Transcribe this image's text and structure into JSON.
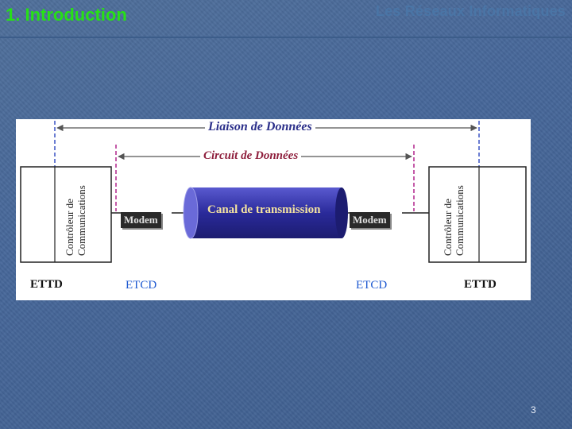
{
  "slide": {
    "title": "1. Introduction",
    "header_right": "Les Réseaux Informatiques",
    "page_number": "3"
  },
  "diagram": {
    "liaison": "Liaison de Données",
    "circuit": "Circuit de Données",
    "channel": "Canal de transmission",
    "modem_left": "Modem",
    "modem_right": "Modem",
    "controller_line1": "Contrôleur de",
    "controller_line2": "Communications",
    "ettd_left": "ETTD",
    "ettd_right": "ETTD",
    "etcd_left": "ETCD",
    "etcd_right": "ETCD"
  },
  "colors": {
    "title_green": "#27e017",
    "liaison_blue": "#2b2f8a",
    "circuit_red": "#8e1e3c",
    "channel_blue": "#2a2a9a",
    "etcd_blue": "#1f5ad1"
  }
}
